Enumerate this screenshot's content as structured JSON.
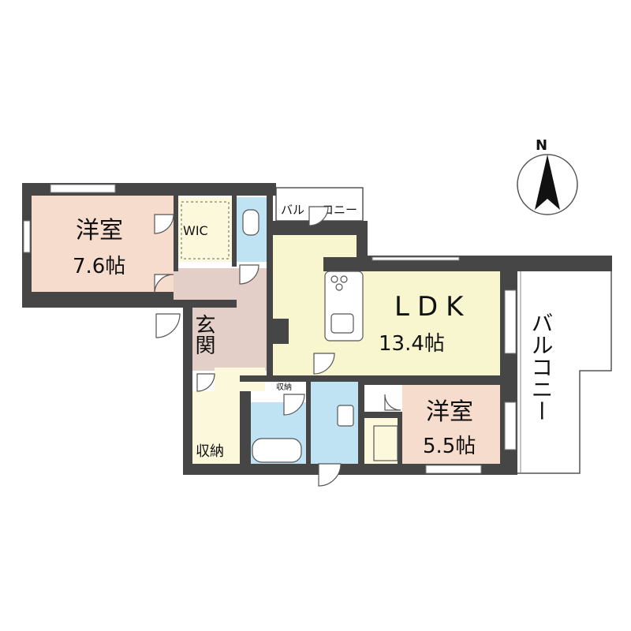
{
  "rooms": {
    "western_room_1": {
      "name": "洋室",
      "size": "7.6帖",
      "color": "#f6dccd"
    },
    "wic": {
      "name": "WIC"
    },
    "entrance": {
      "name": "玄関",
      "color": "#e4cfc8"
    },
    "storage_main": {
      "name": "収納",
      "color": "#fbf8dc"
    },
    "storage_small": {
      "name": "収納"
    },
    "ldk": {
      "name": "LDK",
      "size": "13.4帖",
      "color": "#f7f6cf"
    },
    "western_room_2": {
      "name": "洋室",
      "size": "5.5帖",
      "color": "#f6dccd"
    },
    "wet_area": {
      "color": "#bfe3f2"
    }
  },
  "balconies": {
    "top": {
      "left_text": "バル",
      "right_text": "コニー"
    },
    "right": {
      "text": "バルコニー"
    }
  },
  "compass": {
    "label": "N"
  },
  "colors": {
    "wall": "#464646",
    "corridor": "#e4cfc8"
  }
}
